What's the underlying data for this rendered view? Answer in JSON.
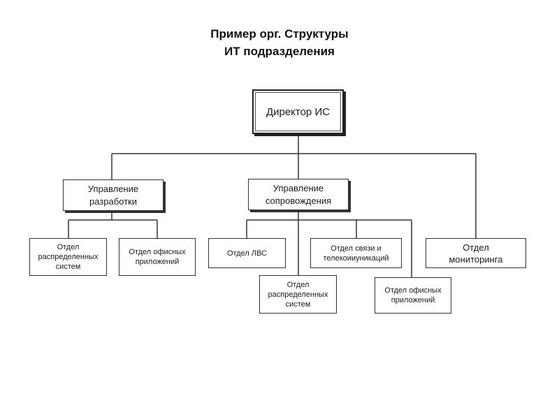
{
  "title": {
    "line1": "Пример орг. Структуры",
    "line2": "ИТ подразделения"
  },
  "nodes": {
    "director": "Директор ИС",
    "dev_mgmt": "Управление\nразработки",
    "support_mgmt": "Управление\nсопровождения",
    "dev_distributed": "Отдел\nраспределенных\nсистем",
    "dev_office_apps": "Отдел офисных\nприложений",
    "lan": "Отдел ЛВС",
    "telecom": "Отдел связи и\nтелекоииуникаций",
    "support_distributed": "Отдел\nраспределенных\nсистем",
    "support_office_apps": "Отдел офисных\nприложений",
    "monitoring": "Отдел\nмониторинга"
  },
  "colors": {
    "line": "#333333",
    "box_border": "#333333",
    "background": "#ffffff"
  }
}
